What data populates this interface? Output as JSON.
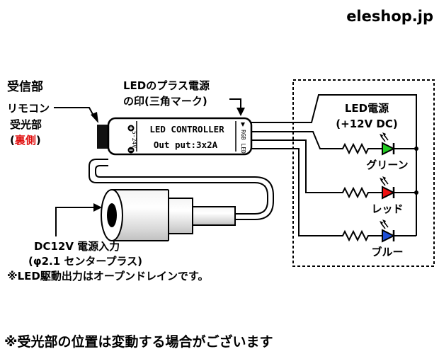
{
  "brand": "eleshop.jp",
  "receiver": {
    "title": "受信部",
    "line1": "リモコン",
    "line2": "受光部",
    "note_open": "(",
    "note": "裏側",
    "note_close": ")"
  },
  "plus_mark": {
    "line1": "LEDのプラス電源",
    "line2": "の印(三角マーク)"
  },
  "controller": {
    "title": "LED CONTROLLER",
    "subtitle": "Out put:3x2A",
    "voltage": "5-24V",
    "side_label": "RGB LED"
  },
  "led_power": {
    "line1": "LED電源",
    "line2": "(+12V DC)"
  },
  "leds": [
    {
      "label": "グリーン",
      "color": "#22cc22"
    },
    {
      "label": "レッド",
      "color": "#ee1111"
    },
    {
      "label": "ブルー",
      "color": "#1f4fd6"
    }
  ],
  "power_input": {
    "line1": "DC12V 電源入力",
    "line2": "(φ2.1 センタープラス)",
    "line3": "※LED駆動出力はオープンドレインです。"
  },
  "footnote": "※受光部の位置は変動する場合がございます",
  "colors": {
    "accent_red": "#e01010"
  }
}
